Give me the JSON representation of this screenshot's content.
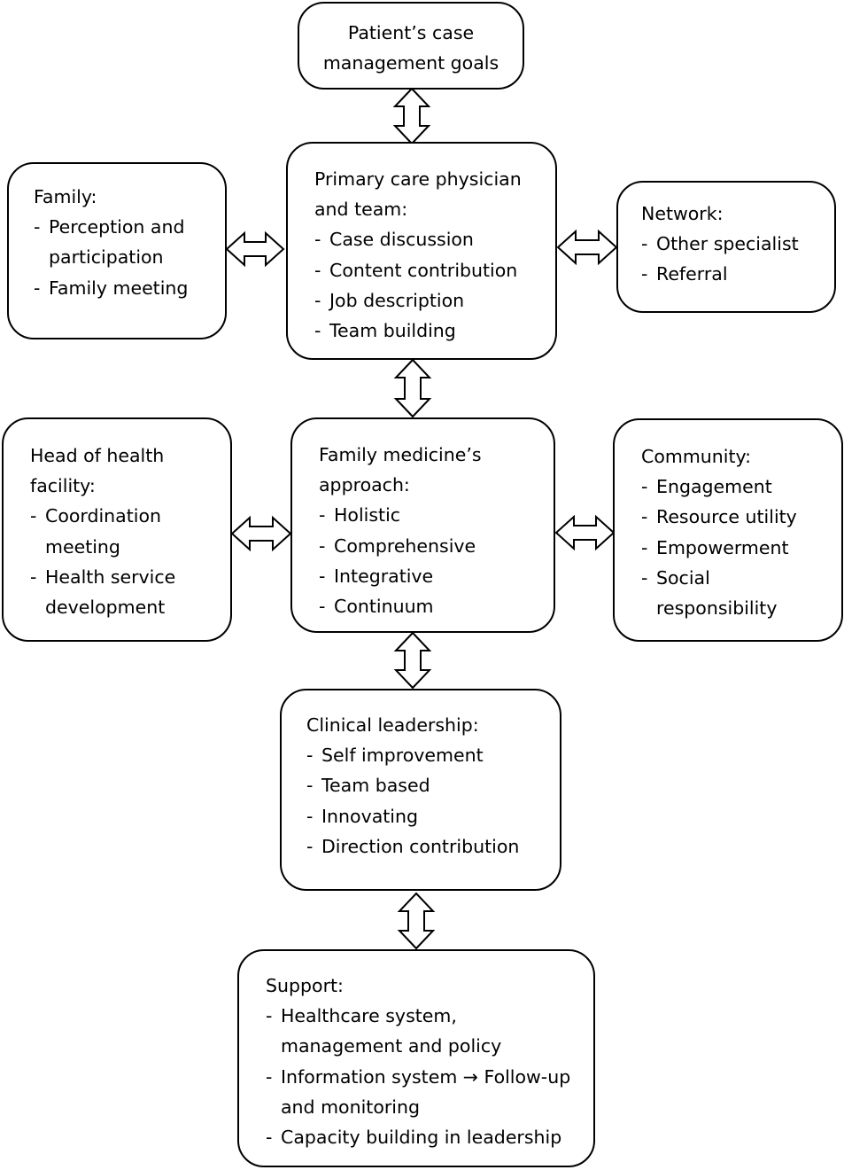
{
  "boxes": {
    "goals": {
      "title": "Patient’s case management goals",
      "items": []
    },
    "primary": {
      "title": "Primary care physician and team:",
      "items": [
        "Case discussion",
        "Content contribution",
        "Job description",
        "Team building"
      ]
    },
    "family": {
      "title": "Family:",
      "items": [
        "Perception and participation",
        "Family meeting"
      ]
    },
    "network": {
      "title": "Network:",
      "items": [
        "Other specialist",
        "Referral"
      ]
    },
    "approach": {
      "title": "Family medicine’s approach:",
      "items": [
        "Holistic",
        "Comprehensive",
        "Integrative",
        "Continuum"
      ]
    },
    "head": {
      "title": "Head of health facility:",
      "items": [
        "Coordination meeting",
        "Health service development"
      ]
    },
    "community": {
      "title": "Community:",
      "items": [
        "Engagement",
        "Resource utility",
        "Empowerment",
        "Social responsibility"
      ]
    },
    "leadership": {
      "title": "Clinical leadership:",
      "items": [
        "Self improvement",
        "Team based",
        "Innovating",
        "Direction contribution"
      ]
    },
    "support": {
      "title": "Support:",
      "items": [
        "Healthcare system, management and policy",
        "Information system → Follow-up and monitoring",
        "Capacity building in leadership"
      ]
    }
  },
  "colors": {
    "stroke": "#000000",
    "fill": "#ffffff"
  }
}
